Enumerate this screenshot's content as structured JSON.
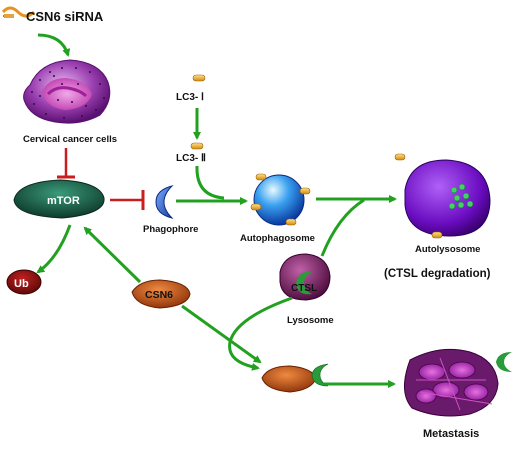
{
  "labels": {
    "sirna": "CSN6 siRNA",
    "cervical_cells": "Cervical cancer cells",
    "lc3_i": "LC3- Ⅰ",
    "lc3_ii": "LC3- Ⅱ",
    "mtor": "mTOR",
    "phagophore": "Phagophore",
    "autophagosome": "Autophagosome",
    "autolysosome": "Autolysosome",
    "ctsl_degradation": "(CTSL degradation)",
    "ub": "Ub",
    "csn6": "CSN6",
    "ctsl": "CTSL",
    "lysosome": "Lysosome",
    "metastasis": "Metastasis"
  },
  "colors": {
    "arrow_green": "#22a020",
    "inhibit_red": "#c81e1e",
    "mtor_green": "#1d5d4a",
    "csn6_brown": "#b8501a",
    "ub_red": "#8b1010",
    "lc3_gold": "#e8a020",
    "cell_purple": "#8a2a9a",
    "autophagosome_blue": "#1e6fd8",
    "autolysosome_violet": "#7a14c8",
    "lysosome_plum": "#7a1a5a",
    "phagophore_blue": "#2a5fc8"
  }
}
